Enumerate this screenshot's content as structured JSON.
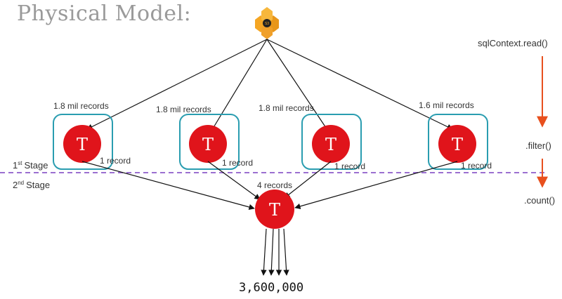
{
  "title": "Physical Model:",
  "source_icon": {
    "name": "aws-s3-icon",
    "label": "S3",
    "color": "#f5a623"
  },
  "stages": {
    "first": "1",
    "first_sup": "st",
    "first_word": "Stage",
    "second": "2",
    "second_sup": "nd",
    "second_word": "Stage"
  },
  "tasks": [
    {
      "records_in": "1.8 mil records",
      "records_out": "1 record"
    },
    {
      "records_in": "1.8 mil records",
      "records_out": "1 record"
    },
    {
      "records_in": "1.8 mil records",
      "records_out": "1 record"
    },
    {
      "records_in": "1.6 mil records",
      "records_out": "1 record"
    }
  ],
  "aggregator": {
    "records_in": "4 records"
  },
  "task_letter": "T",
  "result": "3,600,000",
  "operations": [
    "sqlContext.read()",
    ".filter()",
    ".count()"
  ],
  "colors": {
    "task_fill": "#e0141b",
    "box_stroke": "#2a9db0",
    "stage_divider": "#9b6fd0",
    "op_arrow": "#e8501e"
  }
}
